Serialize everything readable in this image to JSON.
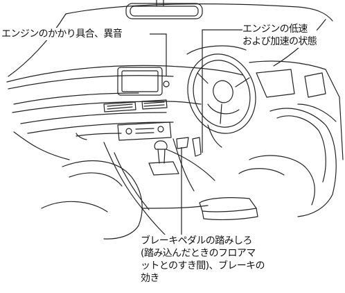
{
  "labels": {
    "engine_sound": "エンジンのかかり具合、異音",
    "engine_accel": [
      "エンジンの低速",
      "および加速の状態"
    ],
    "brake": [
      "ブレーキペダルの踏みしろ",
      "(踏み込んだときのフロアマ",
      "ットとのすき間)、ブレーキの",
      "効き"
    ]
  }
}
